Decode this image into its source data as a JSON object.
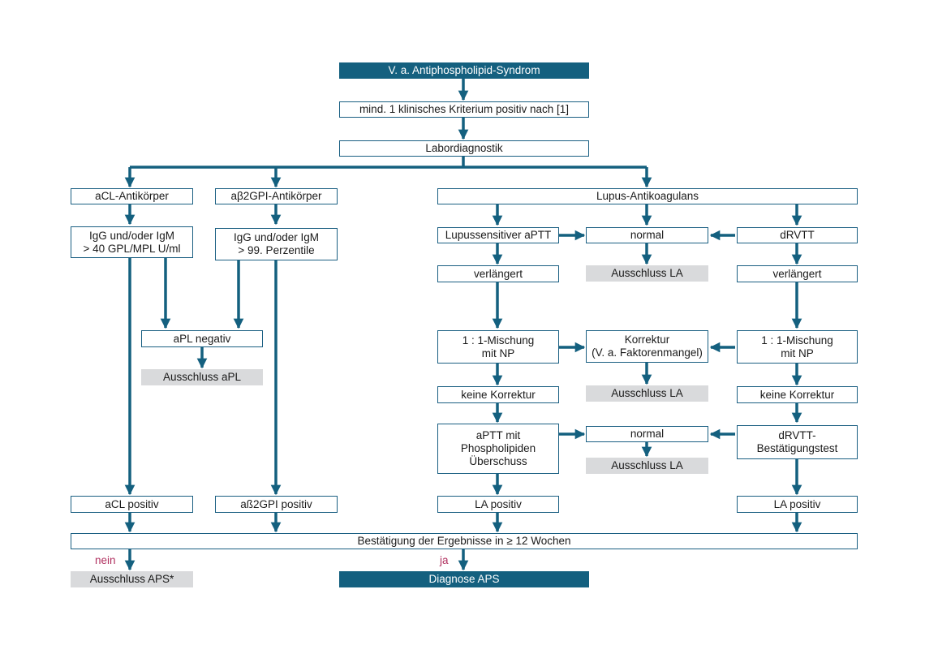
{
  "nodes": {
    "start": "V. a. Antiphospholipid-Syndrom",
    "kriterium": "mind. 1 klinisches Kriterium positiv nach [1]",
    "labor": "Labordiagnostik",
    "acl": "aCL-Antikörper",
    "ab2": "aβ2GPI-Antikörper",
    "la": "Lupus-Antikoagulans",
    "acl_igg": "IgG und/oder IgM\n> 40 GPL/MPL U/ml",
    "ab2_igg": "IgG und/oder IgM\n> 99. Perzentile",
    "apl_neg": "aPL negativ",
    "ausschluss_apl": "Ausschluss aPL",
    "lupus_aptt": "Lupussensitiver aPTT",
    "normal_1": "normal",
    "drvtt": "dRVTT",
    "ausschluss_la_1": "Ausschluss LA",
    "verl_l": "verlängert",
    "verl_r": "verlängert",
    "misch_l": "1 : 1-Mischung\nmit NP",
    "korrektur": "Korrektur\n(V. a. Faktorenmangel)",
    "misch_r": "1 : 1-Mischung\nmit NP",
    "ausschluss_la_2": "Ausschluss LA",
    "keine_l": "keine Korrektur",
    "keine_r": "keine Korrektur",
    "aptt_phos": "aPTT mit\nPhospholipiden\nÜberschuss",
    "normal_2": "normal",
    "drvtt_best": "dRVTT-\nBestätigungstest",
    "ausschluss_la_3": "Ausschluss LA",
    "acl_pos": "aCL positiv",
    "ab2_pos": "aß2GPI positiv",
    "la_pos_l": "LA positiv",
    "la_pos_r": "LA positiv",
    "bestaetigung": "Bestätigung der Ergebnisse in ≥ 12 Wochen",
    "ausschluss_aps": "Ausschluss APS*",
    "diagnose": "Diagnose APS"
  },
  "labels": {
    "nein": "nein",
    "ja": "ja"
  },
  "colors": {
    "line": "#14607f",
    "dark": "#14607f",
    "grey": "#d9dadc",
    "label": "#b0305f"
  }
}
